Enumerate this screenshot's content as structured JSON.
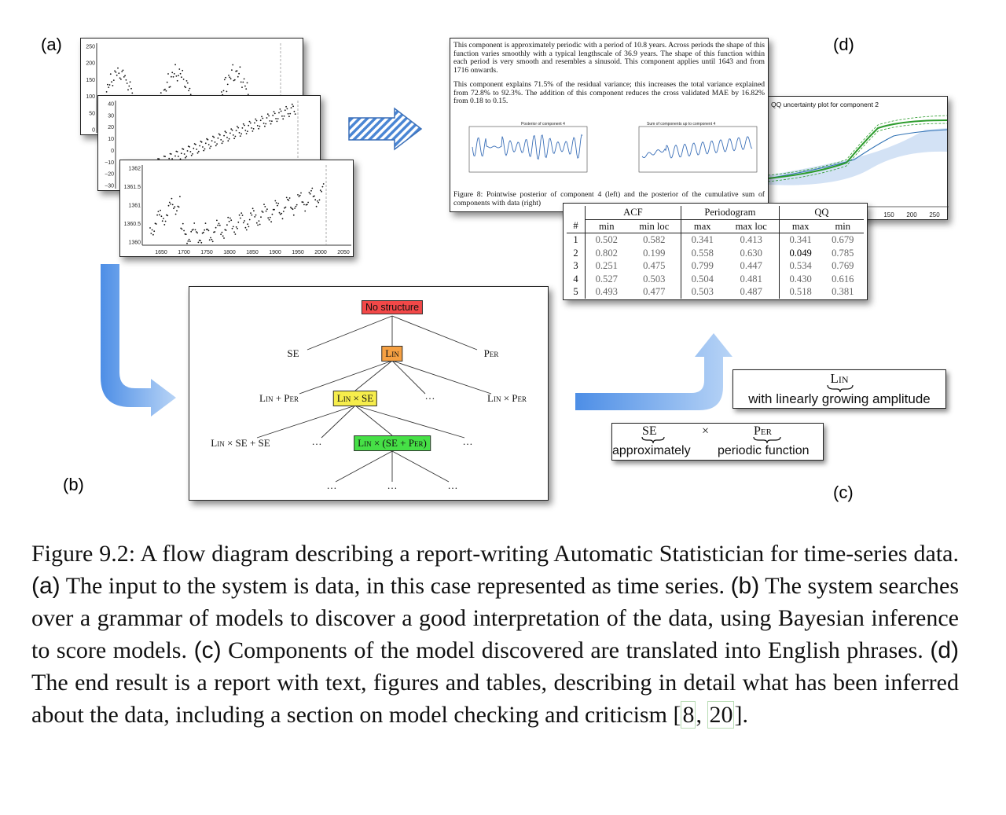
{
  "labels": {
    "a": "(a)",
    "b": "(b)",
    "c": "(c)",
    "d": "(d)"
  },
  "colors": {
    "root": "#f24848",
    "lin": "#f6a042",
    "linse": "#f6ed4c",
    "best": "#46e046",
    "arrow": "#5c98e8"
  },
  "series_plots": [
    {
      "yticks": [
        "250",
        "200",
        "150",
        "100",
        "50",
        "0"
      ]
    },
    {
      "yticks": [
        "40",
        "30",
        "20",
        "10",
        "0",
        "−10",
        "−20",
        "−30"
      ]
    },
    {
      "yticks": [
        "1362",
        "1361.5",
        "1361",
        "1360.5",
        "1360"
      ],
      "xticks": [
        "1650",
        "1700",
        "1750",
        "1800",
        "1850",
        "1900",
        "1950",
        "2000",
        "2050"
      ]
    }
  ],
  "report": {
    "para1": "This component is approximately periodic with a period of 10.8 years. Across periods the shape of this function varies smoothly with a typical lengthscale of 36.9 years. The shape of this function within each period is very smooth and resembles a sinusoid. This component applies until 1643 and from 1716 onwards.",
    "para2": "This component explains 71.5% of the residual variance; this increases the total variance explained from 72.8% to 92.3%. The addition of this component reduces the cross validated MAE by 16.82% from 0.18 to 0.15.",
    "plot1_title": "Posterior of component 4",
    "plot2_title": "Sum of components up to component 4",
    "caption": "Figure 8: Pointwise posterior of component 4 (left) and the posterior of the cumulative sum of components with data (right)"
  },
  "qq_plot": {
    "title": "QQ uncertainty plot for component 2",
    "xticks": [
      "150",
      "200",
      "250"
    ]
  },
  "stats_table": {
    "group_headers": [
      "ACF",
      "Periodogram",
      "QQ"
    ],
    "index_header": "#",
    "sub_headers": [
      "min",
      "min loc",
      "max",
      "max loc",
      "max",
      "min"
    ],
    "rows": [
      {
        "idx": "1",
        "cells": [
          "0.502",
          "0.582",
          "0.341",
          "0.413",
          "0.341",
          "0.679"
        ]
      },
      {
        "idx": "2",
        "cells": [
          "0.802",
          "0.199",
          "0.558",
          "0.630",
          "0.049",
          "0.785"
        ]
      },
      {
        "idx": "3",
        "cells": [
          "0.251",
          "0.475",
          "0.799",
          "0.447",
          "0.534",
          "0.769"
        ]
      },
      {
        "idx": "4",
        "cells": [
          "0.527",
          "0.503",
          "0.504",
          "0.481",
          "0.430",
          "0.616"
        ]
      },
      {
        "idx": "5",
        "cells": [
          "0.493",
          "0.477",
          "0.503",
          "0.487",
          "0.518",
          "0.381"
        ]
      }
    ]
  },
  "tree": {
    "root": "No structure",
    "se": "SE",
    "lin": "Lin",
    "per": "Per",
    "lin_plus_per": "Lin + Per",
    "lin_times_se": "Lin × SE",
    "lin_times_per": "Lin × Per",
    "lin_times_se_plus_se": "Lin × SE + SE",
    "best": "Lin × (SE + Per)",
    "ellipsis": "…"
  },
  "phrases": {
    "lin_term": "Lin",
    "lin_phrase": "with linearly growing amplitude",
    "se_term": "SE",
    "times": "×",
    "per_term": "Per",
    "se_phrase": "approximately",
    "per_phrase": "periodic function"
  },
  "caption": {
    "fig": "Figure 9.2:",
    "intro": "A flow diagram describing a report-writing Automatic Statistician for time-series data.",
    "a_label": "(a)",
    "a_text": "The input to the system is data, in this case represented as time series.",
    "b_label": "(b)",
    "b_text": "The system searches over a grammar of models to discover a good interpretation of the data, using Bayesian inference to score models.",
    "c_label": "(c)",
    "c_text": "Components of the model discovered are translated into English phrases.",
    "d_label": "(d)",
    "d_text": "The end result is a report with text, figures and tables, describing in detail what has been inferred about the data, including a section on model checking and criticism",
    "ref1": "8",
    "ref2": "20",
    "end": "."
  }
}
